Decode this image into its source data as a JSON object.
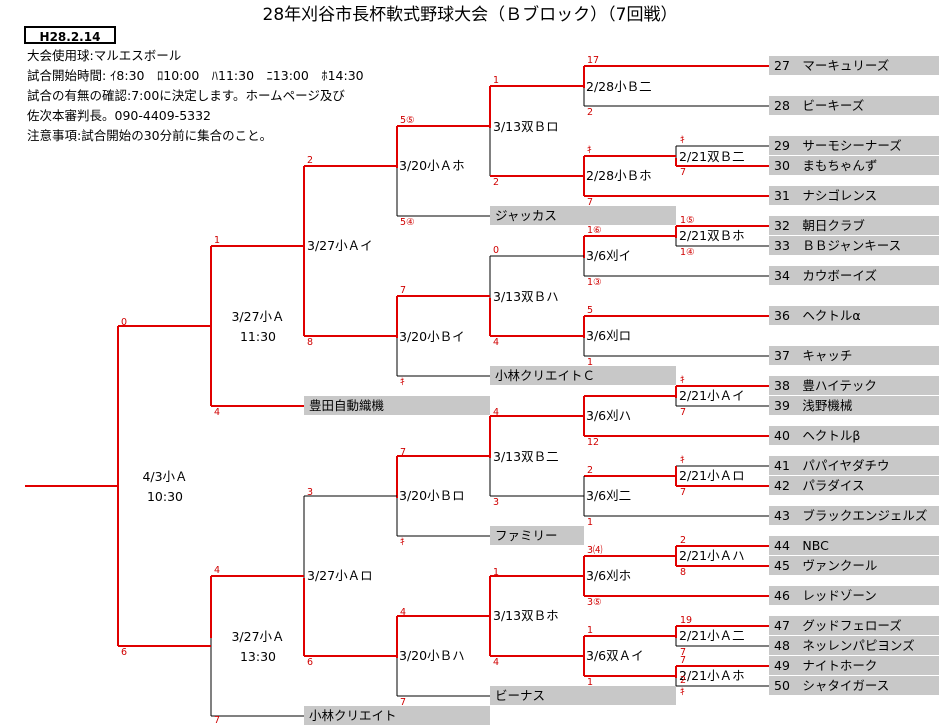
{
  "title": "28年刈谷市長杯軟式野球大会（Ｂブロック）（7回戦）",
  "date": "H28.2.14",
  "info": [
    "大会使用球:マルエスボール",
    "試合開始時間: ｲ8:30　ﾛ10:00　ﾊ11:30　ﾆ13:00　ﾎ14:30",
    "試合の有無の確認:7:00に決定します。ホームページ及び",
    "佐次本審判長。090-4409-5332",
    "注意事項:試合開始の30分前に集合のこと。"
  ],
  "teams": [
    "27　マーキュリーズ",
    "28　ビーキーズ",
    "29　サーモシーナーズ",
    "30　まもちゃんず",
    "31　ナシゴレンス",
    "32　朝日クラブ",
    "33　ＢＢジャンキース",
    "34　カウボーイズ",
    "36　ヘクトルα",
    "37　キャッチ",
    "38　豊ハイテック",
    "39　浅野機械",
    "40　ヘクトルβ",
    "41　パパイヤダチウ",
    "42　パラダイス",
    "43　ブラックエンジェルズ",
    "44　NBC",
    "45　ヴァンクール",
    "46　レッドゾーン",
    "47　グッドフェローズ",
    "48　ネッレンパピヨンズ",
    "49　ナイトホーク",
    "50　シャタイガース"
  ],
  "mid_teams": [
    "ジャッカス",
    "小林クリエイトＣ",
    "豊田自動織機",
    "ファミリー",
    "ビーナス",
    "小林クリエイト"
  ],
  "matches": [
    "2/28小Ｂ二",
    "3/13双Ｂロ",
    "2/21双Ｂ二",
    "2/28小Ｂホ",
    "3/20小Ａホ",
    "2/21双Ｂホ",
    "3/6刈イ",
    "3/13双Ｂハ",
    "3/27小Ａイ",
    "3/6刈ロ",
    "3/20小Ｂイ",
    "2/21小Ａイ",
    "3/6刈ハ",
    "3/13双Ｂ二",
    "2/21小Ａロ",
    "3/6刈二",
    "3/20小Ｂロ",
    "3/27小Ａロ",
    "2/21小Ａハ",
    "3/6刈ホ",
    "3/13双Ｂホ",
    "2/21小Ａ二",
    "3/6双Ａイ",
    "3/20小Ｂハ",
    "2/21小Ａホ",
    "3/27小Ａ",
    "11:30",
    "3/27小Ａ",
    "13:30",
    "4/3小Ａ",
    "10:30"
  ],
  "scores": [
    "17",
    "2",
    "1",
    "5⑤",
    "2",
    "2",
    "ｷ",
    "7",
    "ｷ",
    "7",
    "5④",
    "1⑥",
    "1⑤",
    "1③",
    "1④",
    "0",
    "7",
    "4",
    "8",
    "5",
    "1",
    "ｷ",
    "ｷ",
    "7",
    "1",
    "4",
    "12",
    "4",
    "3",
    "2",
    "7",
    "1",
    "7",
    "ｷ",
    "0",
    "3",
    "4",
    "3⑷",
    "1",
    "2",
    "8",
    "3⑤",
    "ｷ",
    "4",
    "1",
    "4",
    "19",
    "7",
    "7",
    "6",
    "2",
    "1",
    "ｷ",
    "6",
    "7",
    "7",
    "ｷ"
  ],
  "colors": {
    "win_line": "#e00000",
    "loss_line": "#000000",
    "team_bg": "#c8c8c8",
    "score_text": "#d00000"
  }
}
